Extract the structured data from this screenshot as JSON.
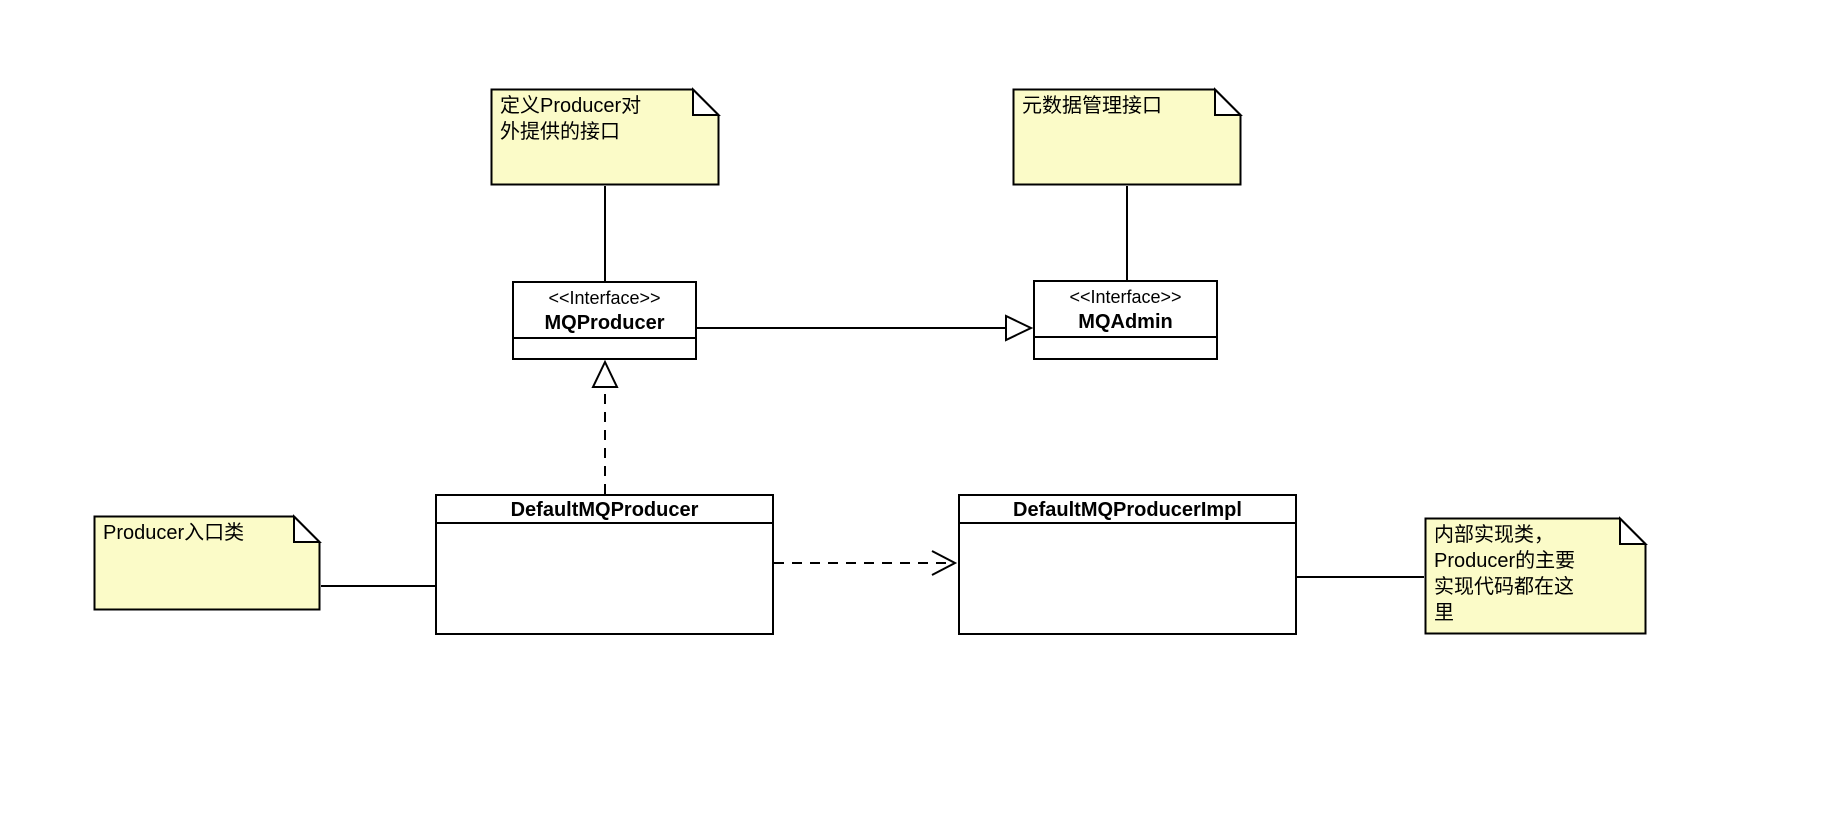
{
  "diagram": {
    "type": "uml-class-diagram",
    "background_color": "#FFFFFF",
    "note_fill_color": "#FBFBC8",
    "stroke_color": "#000000",
    "notes": {
      "producer_interface": "定义Producer对\n外提供的接口",
      "metadata": "元数据管理接口",
      "entry": "Producer入口类",
      "impl": "内部实现类，\nProducer的主要\n实现代码都在这\n里"
    },
    "interfaces": {
      "mqproducer": {
        "stereotype": "<<Interface>>",
        "name": "MQProducer"
      },
      "mqadmin": {
        "stereotype": "<<Interface>>",
        "name": "MQAdmin"
      }
    },
    "classes": {
      "default_mq_producer": {
        "name": "DefaultMQProducer"
      },
      "default_mq_producer_impl": {
        "name": "DefaultMQProducerImpl"
      }
    },
    "relationships": [
      {
        "from": "MQProducer",
        "to": "MQAdmin",
        "type": "generalization",
        "line": "solid",
        "arrowhead": "hollow-triangle"
      },
      {
        "from": "DefaultMQProducer",
        "to": "MQProducer",
        "type": "realization",
        "line": "dashed",
        "arrowhead": "hollow-triangle"
      },
      {
        "from": "DefaultMQProducer",
        "to": "DefaultMQProducerImpl",
        "type": "dependency",
        "line": "dashed",
        "arrowhead": "open"
      }
    ]
  }
}
